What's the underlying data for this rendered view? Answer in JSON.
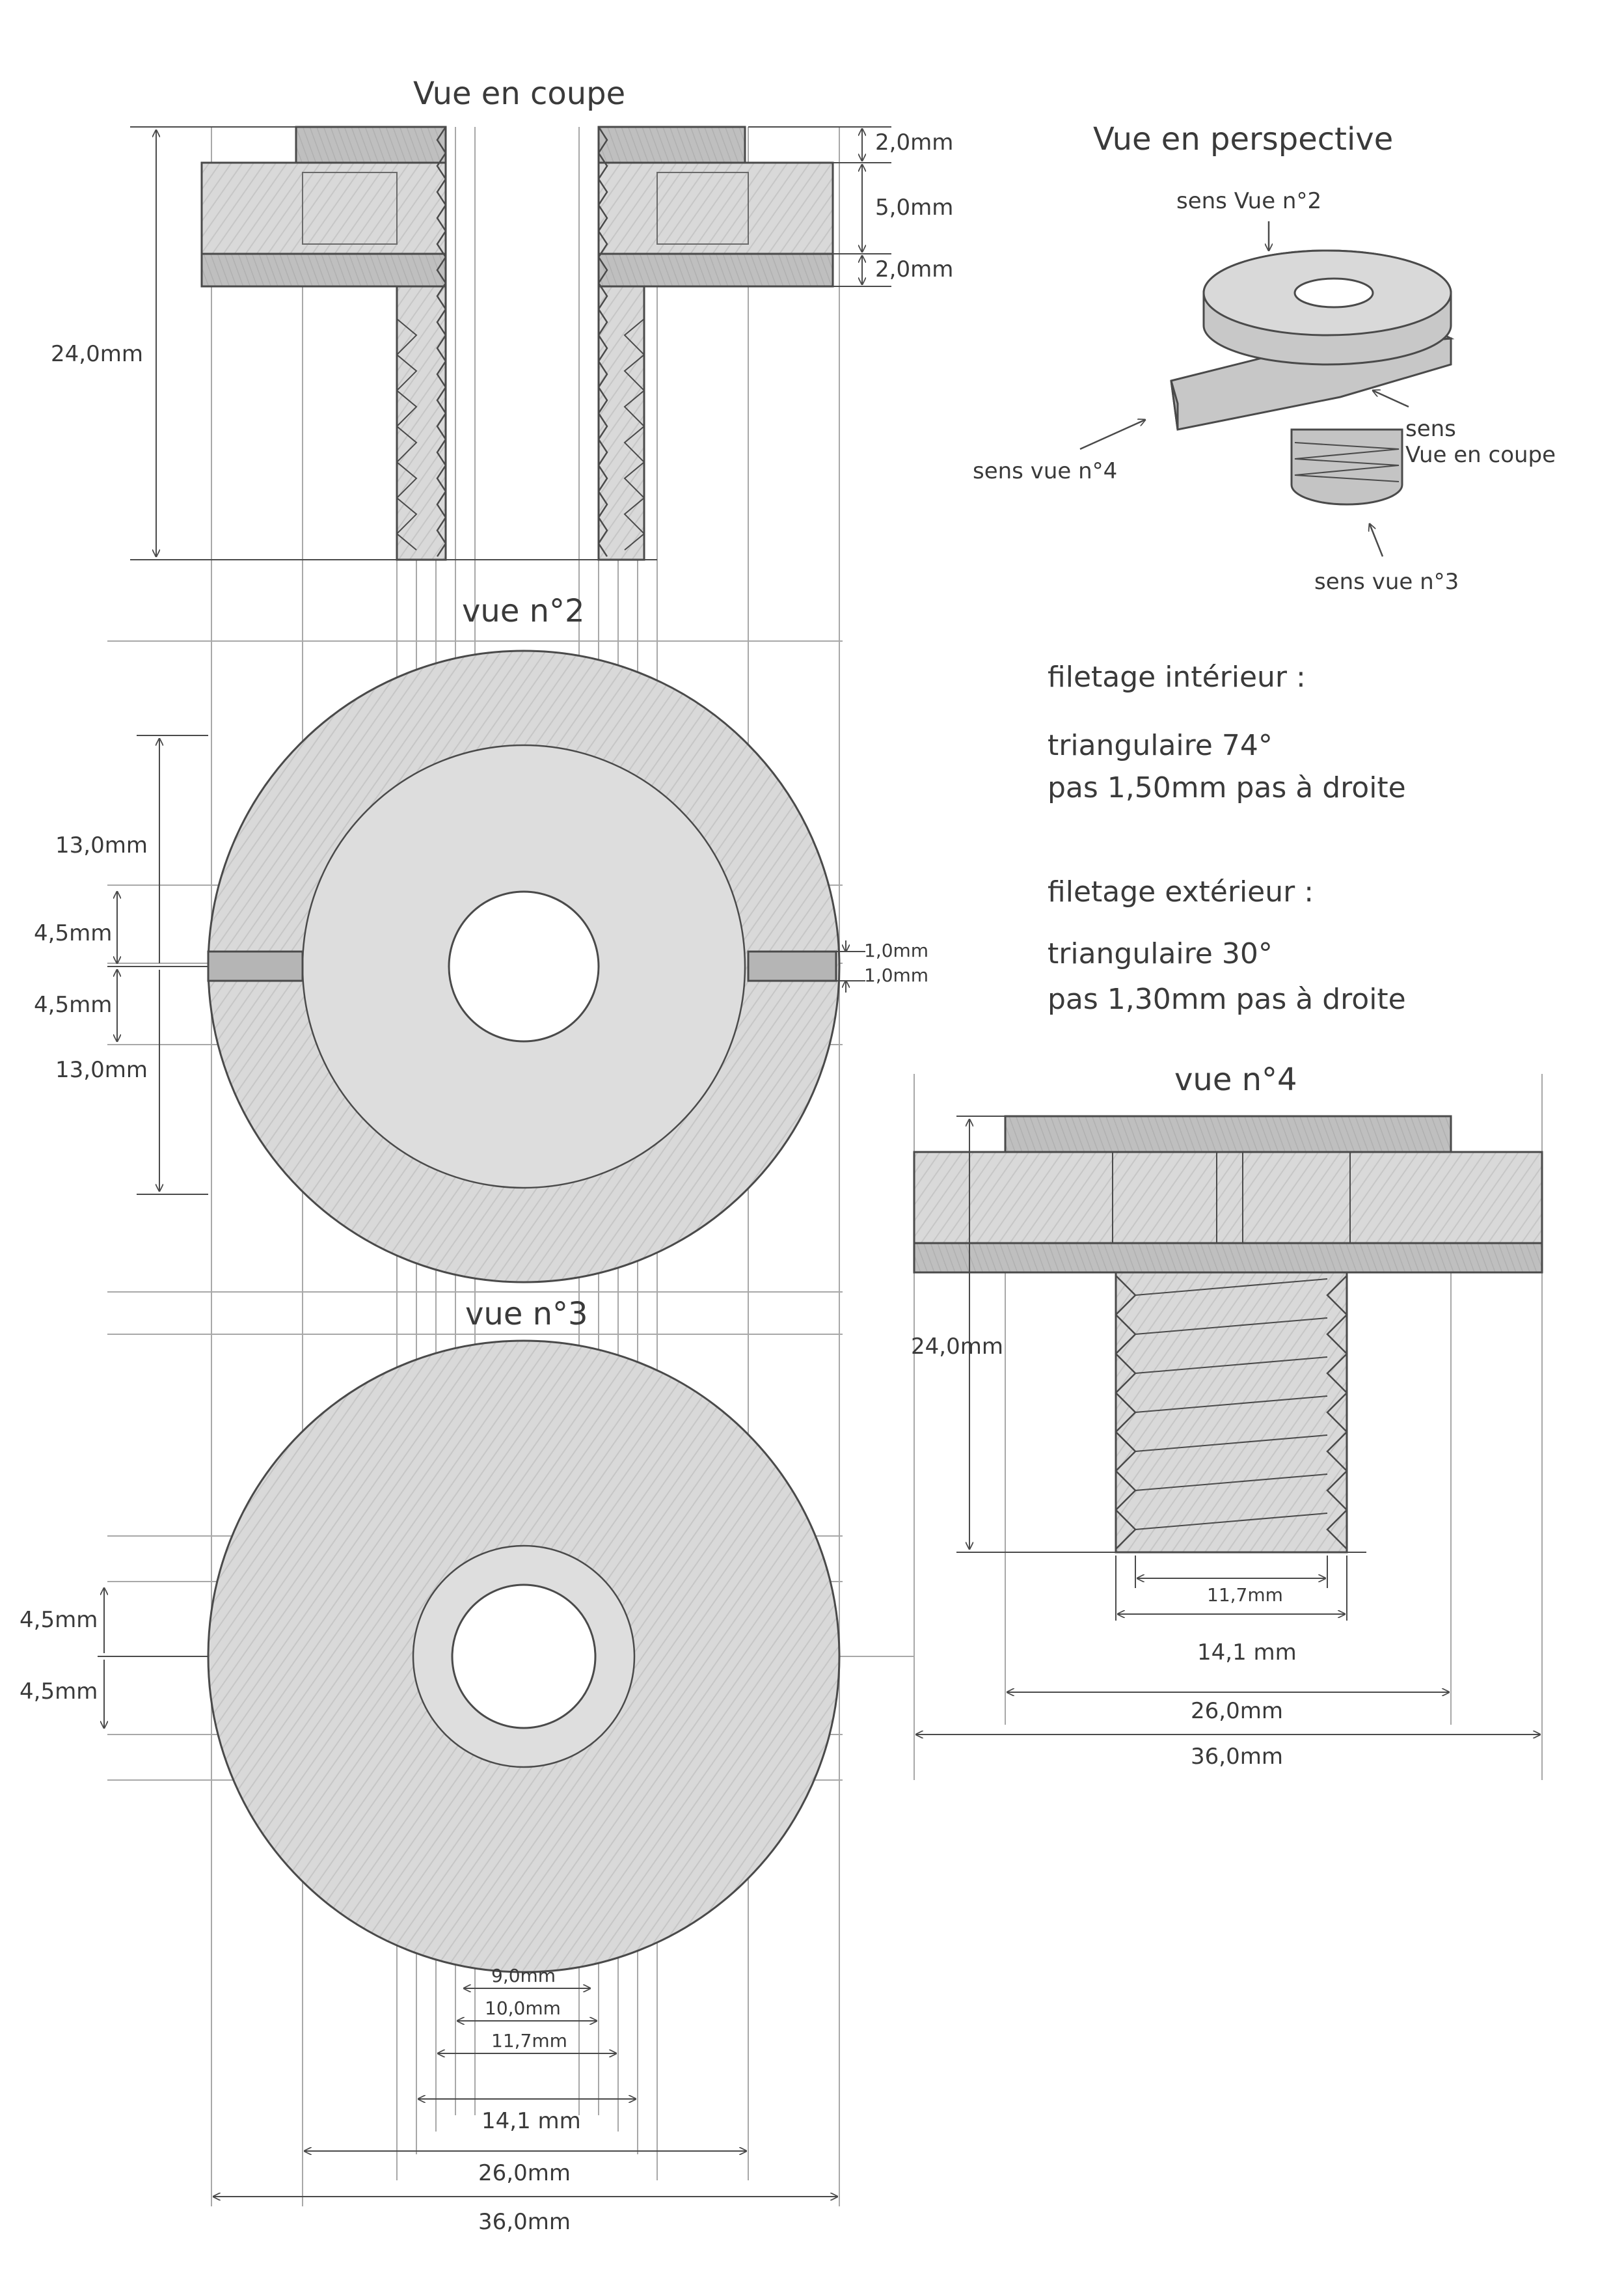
{
  "colors": {
    "pencil": "#4a4a4a",
    "fill": "#bdbdbd",
    "fill_light": "#dadada",
    "construction": "#9a9a9a"
  },
  "section_view": {
    "title": "Vue en coupe",
    "dims": {
      "flange_top": "2,0mm",
      "body": "5,0mm",
      "flange_bottom": "2,0mm",
      "height": "24,0mm"
    }
  },
  "perspective_view": {
    "title": "Vue en perspective",
    "labels": {
      "dir_view2": "sens Vue n°2",
      "dir_view4": "sens vue n°4",
      "dir_section_1": "sens",
      "dir_section_2": "Vue en coupe",
      "dir_view3": "sens vue n°3"
    }
  },
  "notes": {
    "internal_thread": {
      "title": "filetage intérieur :",
      "line1": "triangulaire 74°",
      "line2": "pas 1,50mm pas à droite"
    },
    "external_thread": {
      "title": "filetage extérieur :",
      "line1": "triangulaire 30°",
      "line2": "pas 1,30mm pas à droite"
    }
  },
  "view2": {
    "title": "vue n°2",
    "dims": {
      "upper": "13,0mm",
      "mid_up": "4,5mm",
      "mid_down": "4,5mm",
      "lower": "13,0mm",
      "slot_top": "1,0mm",
      "slot_bottom": "1,0mm"
    }
  },
  "view3": {
    "title": "vue n°3",
    "dims": {
      "mid_up": "4,5mm",
      "mid_down": "4,5mm",
      "d1": "9,0mm",
      "d2": "10,0mm",
      "d3": "11,7mm",
      "d4": "14,1 mm",
      "d5": "26,0mm",
      "d6": "36,0mm"
    }
  },
  "view4": {
    "title": "vue n°4",
    "dims": {
      "height": "24,0mm",
      "d1": "11,7mm",
      "d2": "14,1 mm",
      "d3": "26,0mm",
      "d4": "36,0mm"
    }
  }
}
